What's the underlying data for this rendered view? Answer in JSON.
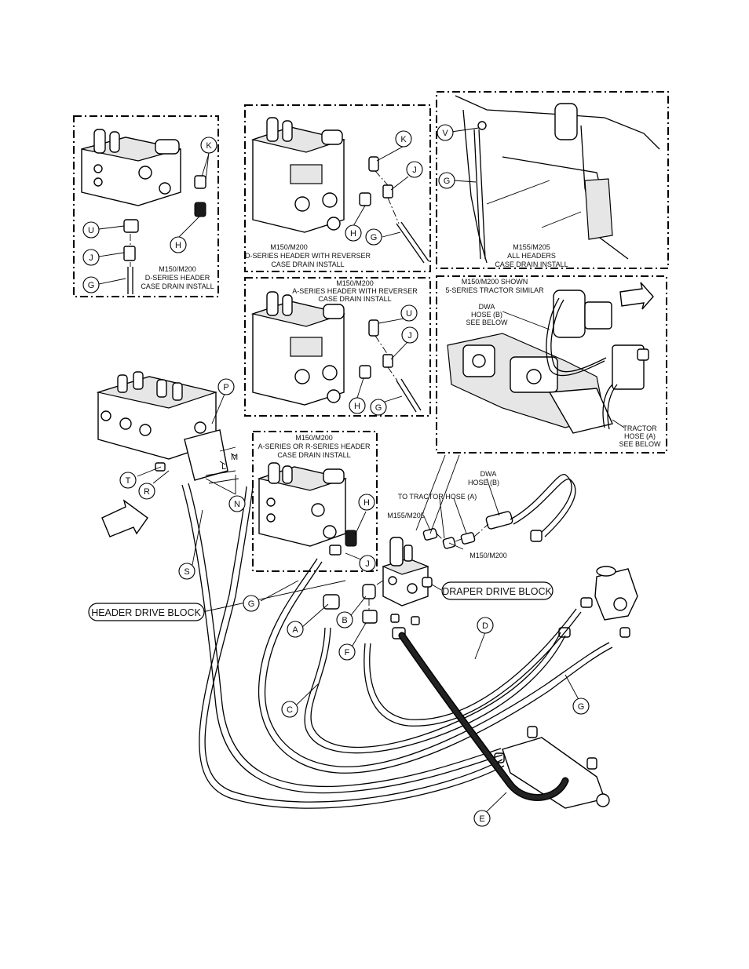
{
  "insets": {
    "d_series_case_drain": [
      "M150/M200",
      "D-SERIES HEADER",
      "CASE DRAIN INSTALL"
    ],
    "d_series_reverser": [
      "M150/M200",
      "D-SERIES HEADER WITH REVERSER",
      "CASE DRAIN INSTALL"
    ],
    "all_headers": [
      "M155/M205",
      "ALL HEADERS",
      "CASE DRAIN INSTALL"
    ],
    "a_series_reverser": [
      "M150/M200",
      "A-SERIES HEADER WITH REVERSER",
      "CASE DRAIN INSTALL"
    ],
    "tractor_5series": [
      "M150/M200 SHOWN",
      "5-SERIES TRACTOR SIMILAR"
    ],
    "a_r_series": [
      "M150/M200",
      "A-SERIES OR R-SERIES HEADER",
      "CASE DRAIN INSTALL"
    ]
  },
  "annotations": {
    "dwa_hose_see_below": [
      "DWA",
      "HOSE (B)",
      "SEE BELOW"
    ],
    "tractor_hose_see_below": [
      "TRACTOR",
      "HOSE (A)",
      "SEE BELOW"
    ],
    "dwa_hose": [
      "DWA",
      "HOSE (B)"
    ],
    "to_tractor_hose": "TO TRACTOR HOSE (A)",
    "m155_m205": "M155/M205",
    "m150_m200": "M150/M200"
  },
  "labels": {
    "header_drive_block": "HEADER DRIVE BLOCK",
    "draper_drive_block": "DRAPER DRIVE BLOCK"
  },
  "callouts": {
    "K": "K",
    "H": "H",
    "U": "U",
    "J": "J",
    "G": "G",
    "V": "V",
    "P": "P",
    "M": "M",
    "L": "L",
    "N": "N",
    "T": "T",
    "R": "R",
    "S": "S",
    "A": "A",
    "B": "B",
    "C": "C",
    "D": "D",
    "E": "E",
    "F": "F"
  }
}
